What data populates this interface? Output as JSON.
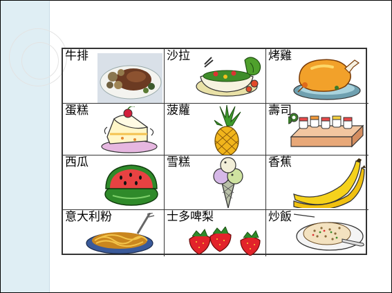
{
  "foods": [
    {
      "label": "牛排",
      "icon": "steak-plate-icon"
    },
    {
      "label": "沙拉",
      "icon": "salad-bowl-icon"
    },
    {
      "label": "烤雞",
      "icon": "roast-chicken-icon"
    },
    {
      "label": "蛋糕",
      "icon": "cake-slice-icon"
    },
    {
      "label": "菠蘿",
      "icon": "pineapple-icon"
    },
    {
      "label": "壽司",
      "icon": "sushi-platter-icon"
    },
    {
      "label": "西瓜",
      "icon": "watermelon-icon"
    },
    {
      "label": "雪糕",
      "icon": "ice-cream-cone-icon"
    },
    {
      "label": "香蕉",
      "icon": "banana-icon"
    },
    {
      "label": "意大利粉",
      "icon": "spaghetti-plate-icon"
    },
    {
      "label": "士多啤梨",
      "icon": "strawberries-icon"
    },
    {
      "label": "炒飯",
      "icon": "fried-rice-plate-icon"
    }
  ],
  "colors": {
    "left_band": "#dfeef4",
    "grid_border": "#333333"
  }
}
